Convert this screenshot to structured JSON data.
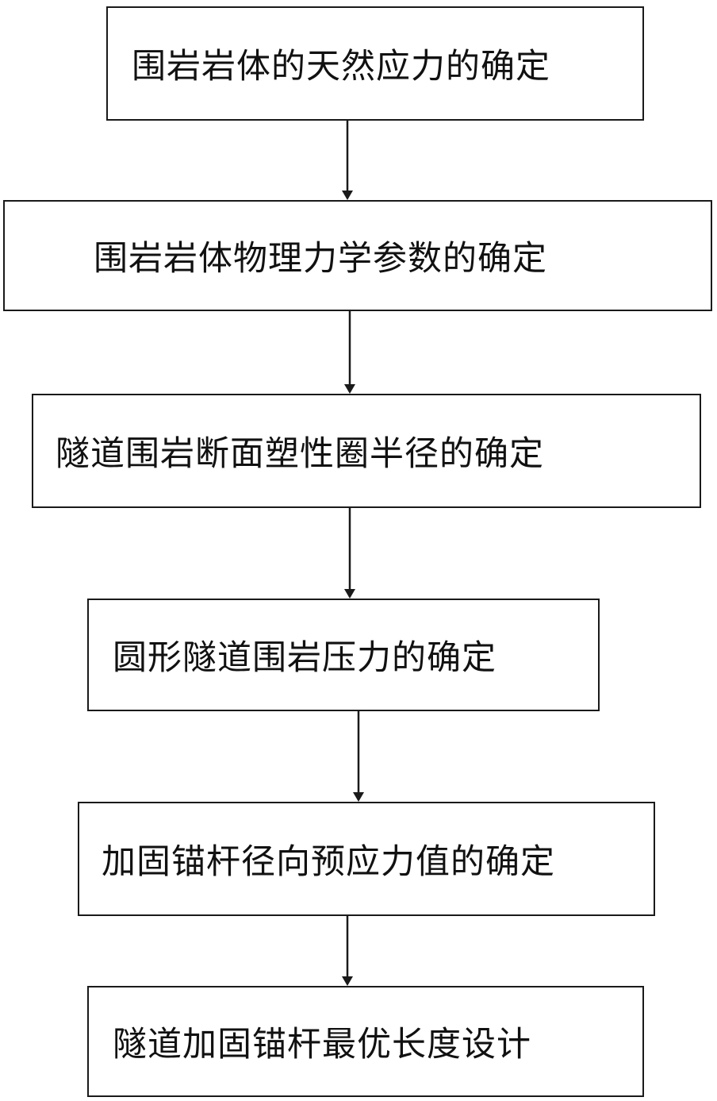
{
  "flowchart": {
    "steps": [
      {
        "label": "围岩岩体的天然应力的确定"
      },
      {
        "label": "围岩岩体物理力学参数的确定"
      },
      {
        "label": "隧道围岩断面塑性圈半径的确定"
      },
      {
        "label": "圆形隧道围岩压力的确定"
      },
      {
        "label": "加固锚杆径向预应力值的确定"
      },
      {
        "label": "隧道加固锚杆最优长度设计"
      }
    ],
    "line_color": "#1a1a1a"
  }
}
